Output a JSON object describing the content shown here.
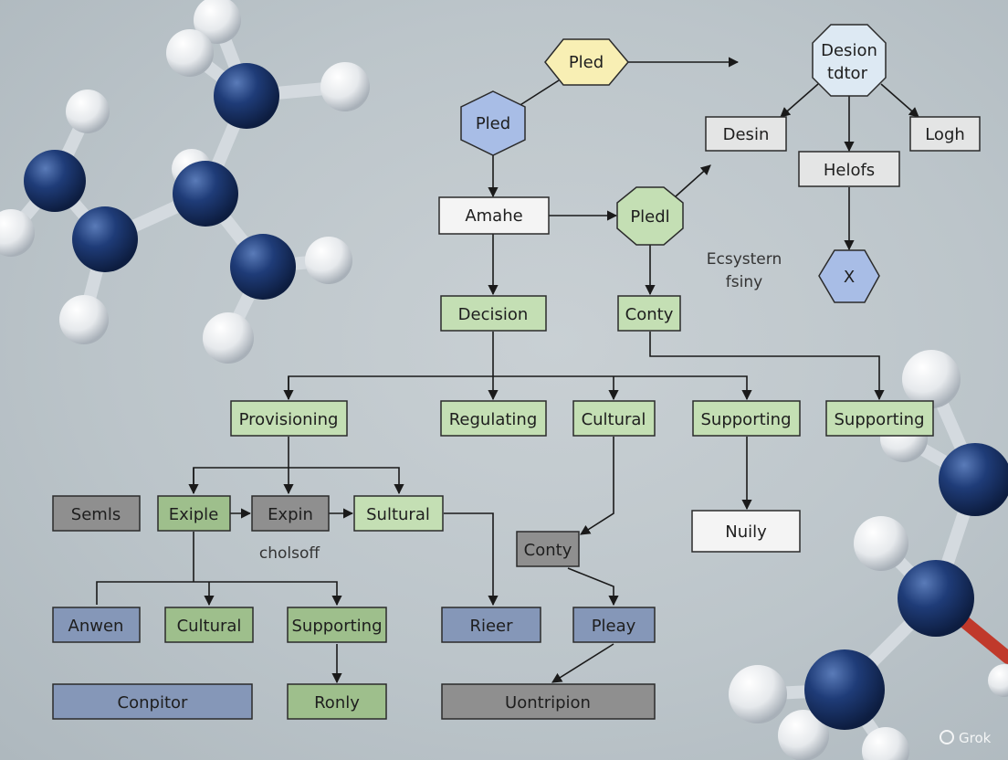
{
  "diagram": {
    "nodes": {
      "pled_top": "Pled",
      "pled_left": "Pled",
      "amahe": "Amahe",
      "pledl": "Pledl",
      "desion_tdtor": [
        "Desion",
        "tdtor"
      ],
      "desin": "Desin",
      "logh": "Logh",
      "helofs": "Helofs",
      "x_hex": "X",
      "decision": "Decision",
      "conty_top": "Conty",
      "provisioning": "Provisioning",
      "regulating": "Regulating",
      "cultural_mid": "Cultural",
      "supporting_a": "Supporting",
      "supporting_b": "Supporting",
      "semls": "Semls",
      "exiple": "Exiple",
      "expin": "Expin",
      "sultural": "Sultural",
      "conty_mid": "Conty",
      "nuily": "Nuily",
      "anwen": "Anwen",
      "cultural_low": "Cultural",
      "supporting_low": "Supporting",
      "rieer": "Rieer",
      "pleay": "Pleay",
      "conpitor": "Conpitor",
      "ronly": "Ronly",
      "uontripion": "Uontripion"
    },
    "texts": {
      "ecosystem": [
        "Ecsystern",
        "fsiny"
      ],
      "cholsoff": "cholsoff"
    },
    "colors": {
      "yellow": "#f8efb4",
      "blue_node": "#a8bde6",
      "light_blue": "#dde9f3",
      "green": "#c4dfb4",
      "green_dark": "#9ebf8c",
      "gray": "#8f8f8f",
      "light_gray": "#e4e5e5",
      "slate": "#8597b8",
      "white": "#f4f4f4",
      "molecule_dark": "#1f3c78",
      "molecule_light": "#f0f2f4",
      "accent_red": "#c0392b"
    },
    "watermark": "Grok"
  }
}
